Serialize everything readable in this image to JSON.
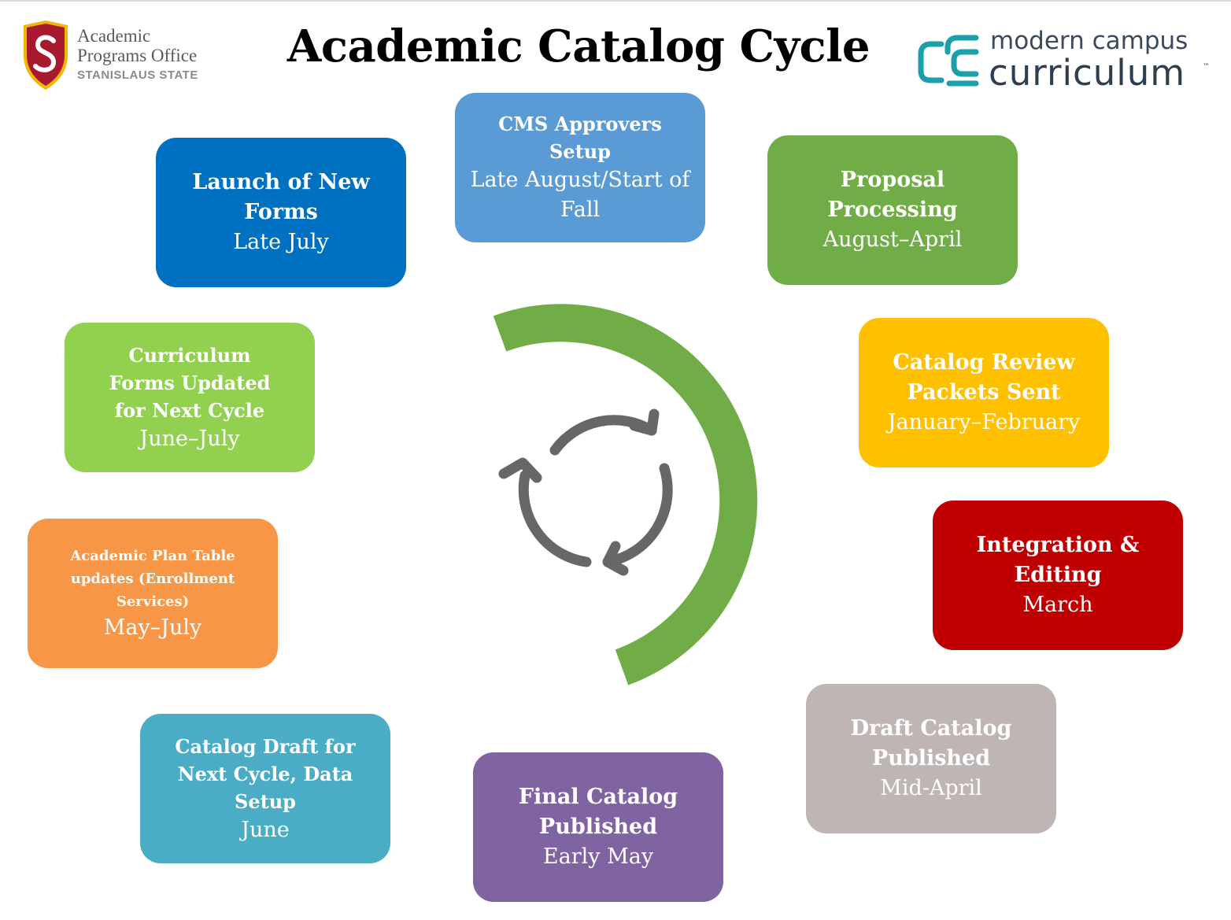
{
  "header": {
    "title": "Academic Catalog Cycle",
    "left_logo": {
      "icon": "shield-s-icon",
      "line1": "Academic",
      "line2": "Programs Office",
      "line3": "STANISLAUS STATE"
    },
    "right_logo": {
      "icon": "modern-campus-mark-icon",
      "line1": "modern campus",
      "line2": "curriculum",
      "tm": "™"
    }
  },
  "center": {
    "icon": "cycle-arrows-icon"
  },
  "stages": [
    {
      "title": "CMS Approvers Setup",
      "date": "Late August/Start of Fall",
      "color": "#5b9bd5"
    },
    {
      "title": "Proposal Processing",
      "date": "August–April",
      "color": "#70ad47"
    },
    {
      "title": "Catalog Review Packets Sent",
      "date": "January–February",
      "color": "#ffc000"
    },
    {
      "title": "Integration & Editing",
      "date": "March",
      "color": "#c00000"
    },
    {
      "title": "Draft Catalog Published",
      "date": "Mid-April",
      "color": "#bfb5b5"
    },
    {
      "title": "Final Catalog Published",
      "date": "Early May",
      "color": "#8064a2"
    },
    {
      "title": "Catalog Draft for Next Cycle, Data Setup",
      "date": "June",
      "color": "#4bacc6"
    },
    {
      "title": "Academic Plan Table updates (Enrollment Services)",
      "date": "May–July",
      "color": "#f79646"
    },
    {
      "title": "Curriculum Forms Updated for Next Cycle",
      "date": "June–July",
      "color": "#92d050"
    },
    {
      "title": "Launch of New Forms",
      "date": "Late July",
      "color": "#0070c0"
    }
  ],
  "colors": {
    "ring": "#70ad47",
    "arrows": "#676767",
    "shield": "#a6192e",
    "shield_border": "#f2b705",
    "brand_teal": "#1aa0a8"
  }
}
